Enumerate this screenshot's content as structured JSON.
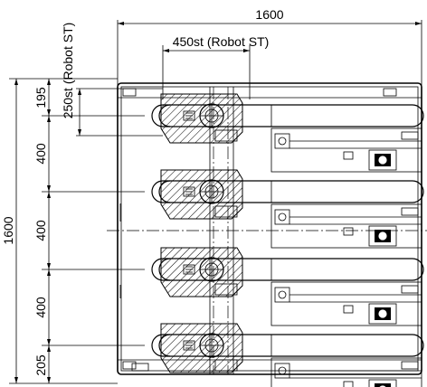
{
  "dimensions": {
    "overall_width": "1600",
    "stroke_x": "450st (Robot ST)",
    "stroke_y_top": "250st (Robot ST)",
    "overall_height": "1600",
    "row_1": "195",
    "row_2": "400",
    "row_3": "400",
    "row_4": "400",
    "row_5": "205"
  },
  "robots": {
    "count": 4
  }
}
